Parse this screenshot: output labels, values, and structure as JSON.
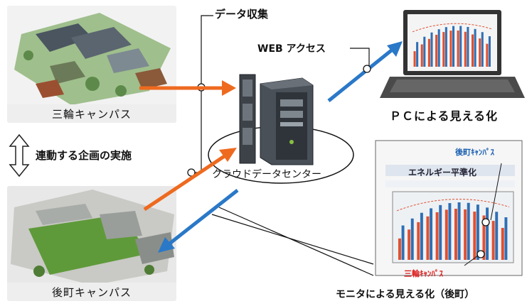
{
  "labels": {
    "data_collection": "データ収集",
    "web_access": "WEB アクセス",
    "pc_visualization": "ＰＣによる見える化",
    "linked_plan": "連動する企画の実施",
    "cloud": "クラウドデータセンター",
    "monitor_visualization": "モニタによる見える化（後町）"
  },
  "campuses": {
    "top": "三輪キャンパス",
    "bottom": "後町キャンパス"
  },
  "monitor": {
    "title": "エネルギー平準化",
    "campus_top": "後町ｷｬﾝﾊﾟｽ",
    "campus_bottom": "三輪ｷｬﾝﾊﾟｽ"
  },
  "colors": {
    "arrow_orange": "#ee6a1f",
    "arrow_blue": "#2a78c8",
    "bar_red": "#e05030",
    "bar_blue": "#2f6fb5",
    "campus_label_bottom": "#e02020",
    "campus_label_top": "#1a5fb0"
  },
  "icons": [
    "server-tower-icon",
    "laptop-icon",
    "monitor-icon",
    "double-arrow-icon"
  ]
}
